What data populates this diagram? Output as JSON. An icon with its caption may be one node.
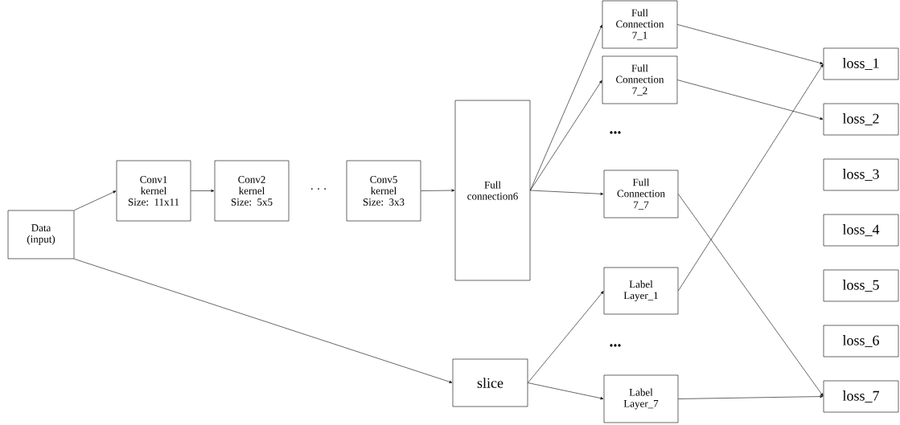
{
  "diagram": {
    "nodes": [
      {
        "text": [
          "Data (input)"
        ]
      },
      {
        "text": [
          "Conv1 kernel Size: 11x11"
        ]
      },
      {
        "text": [
          "Conv2 kernel Size: 5x5"
        ]
      },
      {
        "text": [
          "Conv5 kernel Size: 3x3"
        ]
      },
      {
        "text": [
          "Full connection6"
        ]
      },
      {
        "text": [
          "Full Connection 7_1"
        ]
      },
      {
        "text": [
          "Full Connection 7_2"
        ]
      },
      {
        "text": [
          "Full Connection 7_7"
        ]
      },
      {
        "text": [
          "Label Layer_1"
        ]
      },
      {
        "text": [
          "Label Layer_7"
        ]
      },
      {
        "text": [
          "slice"
        ]
      },
      {
        "text": [
          "loss_1"
        ]
      },
      {
        "text": [
          "loss_2"
        ]
      },
      {
        "text": [
          "loss_3"
        ]
      },
      {
        "text": [
          "loss_4"
        ]
      },
      {
        "text": [
          "loss_5"
        ]
      },
      {
        "text": [
          "loss_6"
        ]
      },
      {
        "text": [
          "loss_7"
        ]
      }
    ],
    "edges": [
      {
        "from": 0,
        "to": 1,
        "arrow": "to"
      },
      {
        "from": 1,
        "to": 2,
        "arrow": "to"
      },
      {
        "from": 3,
        "to": 4,
        "arrow": "to"
      },
      {
        "from": 4,
        "to": 5,
        "arrow": "to"
      },
      {
        "from": 4,
        "to": 6,
        "arrow": "to"
      },
      {
        "from": 4,
        "to": 7,
        "arrow": "to"
      },
      {
        "from": 0,
        "to": 10,
        "arrow": "to"
      },
      {
        "from": 10,
        "to": 8,
        "arrow": "to"
      },
      {
        "from": 10,
        "to": 9,
        "arrow": "to"
      },
      {
        "from": 5,
        "to": 11,
        "arrow": "to"
      },
      {
        "from": 6,
        "to": 12,
        "arrow": "to"
      },
      {
        "from": 7,
        "to": 17,
        "arrow": "to"
      },
      {
        "from": 8,
        "to": 11,
        "arrow": "to"
      },
      {
        "from": 9,
        "to": 17,
        "arrow": "to"
      }
    ],
    "labels": [
      "· · ·",
      "...",
      "..."
    ]
  }
}
